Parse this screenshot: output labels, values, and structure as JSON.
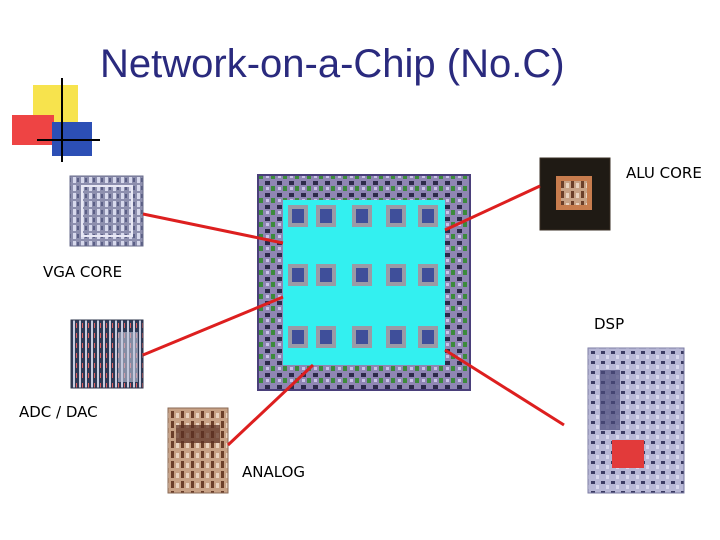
{
  "title": "Network-on-a-Chip (No.C)",
  "labels": {
    "alu": "ALU CORE",
    "vga": "VGA CORE",
    "dsp": "DSP",
    "adc": "ADC / DAC",
    "analog": "ANALOG"
  },
  "colors": {
    "title": "#2a2a7e",
    "link": "#dd1f1f",
    "noc_fabric": "#33f0f0",
    "node_fill": "#3f4f9a",
    "node_frame": "#9a9aa6",
    "chip_border": "#4a3f7a",
    "accent_yellow": "#f7e34d",
    "accent_red": "#ee4444",
    "accent_blue": "#2c4fb5"
  }
}
